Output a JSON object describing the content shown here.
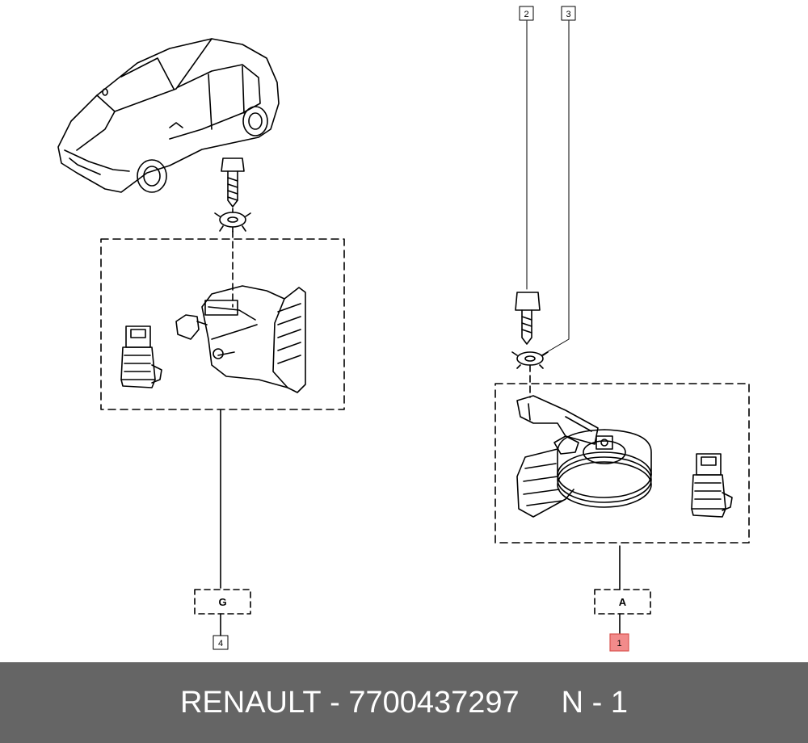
{
  "callouts": {
    "c1": "1",
    "c2": "2",
    "c3": "3",
    "c4": "4"
  },
  "groups": {
    "g_left": "G",
    "g_right": "A"
  },
  "footer": {
    "brand": "RENAULT",
    "separator": "-",
    "part_number": "7700437297",
    "ref": "N - 1"
  },
  "colors": {
    "highlight_fill": "#f28b8b",
    "highlight_stroke": "#d9534f",
    "footer_bg": "#656565",
    "footer_text": "#ffffff"
  }
}
